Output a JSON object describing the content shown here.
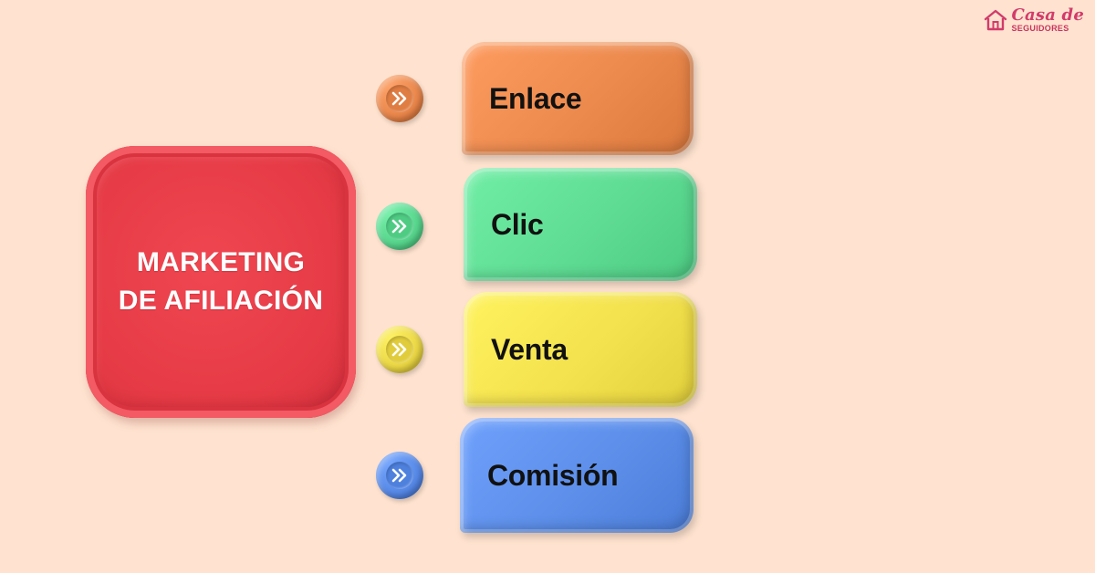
{
  "logo": {
    "line1": "Casa de",
    "line2": "SEGUIDORES",
    "icon": "house-icon",
    "color": "#d23b6a"
  },
  "main": {
    "title": "MARKETING DE AFILIACIÓN",
    "color": "#e63b46"
  },
  "steps": [
    {
      "label": "Enlace",
      "color": "#ec8a4e",
      "arrow_color": "#e8854a",
      "icon": "double-chevron-right-icon"
    },
    {
      "label": "Clic",
      "color": "#5fdc94",
      "arrow_color": "#57d48c",
      "icon": "double-chevron-right-icon"
    },
    {
      "label": "Venta",
      "color": "#f3e14d",
      "arrow_color": "#e9d544",
      "icon": "double-chevron-right-icon"
    },
    {
      "label": "Comisión",
      "color": "#5d8fea",
      "arrow_color": "#5688e6",
      "icon": "double-chevron-right-icon"
    }
  ]
}
